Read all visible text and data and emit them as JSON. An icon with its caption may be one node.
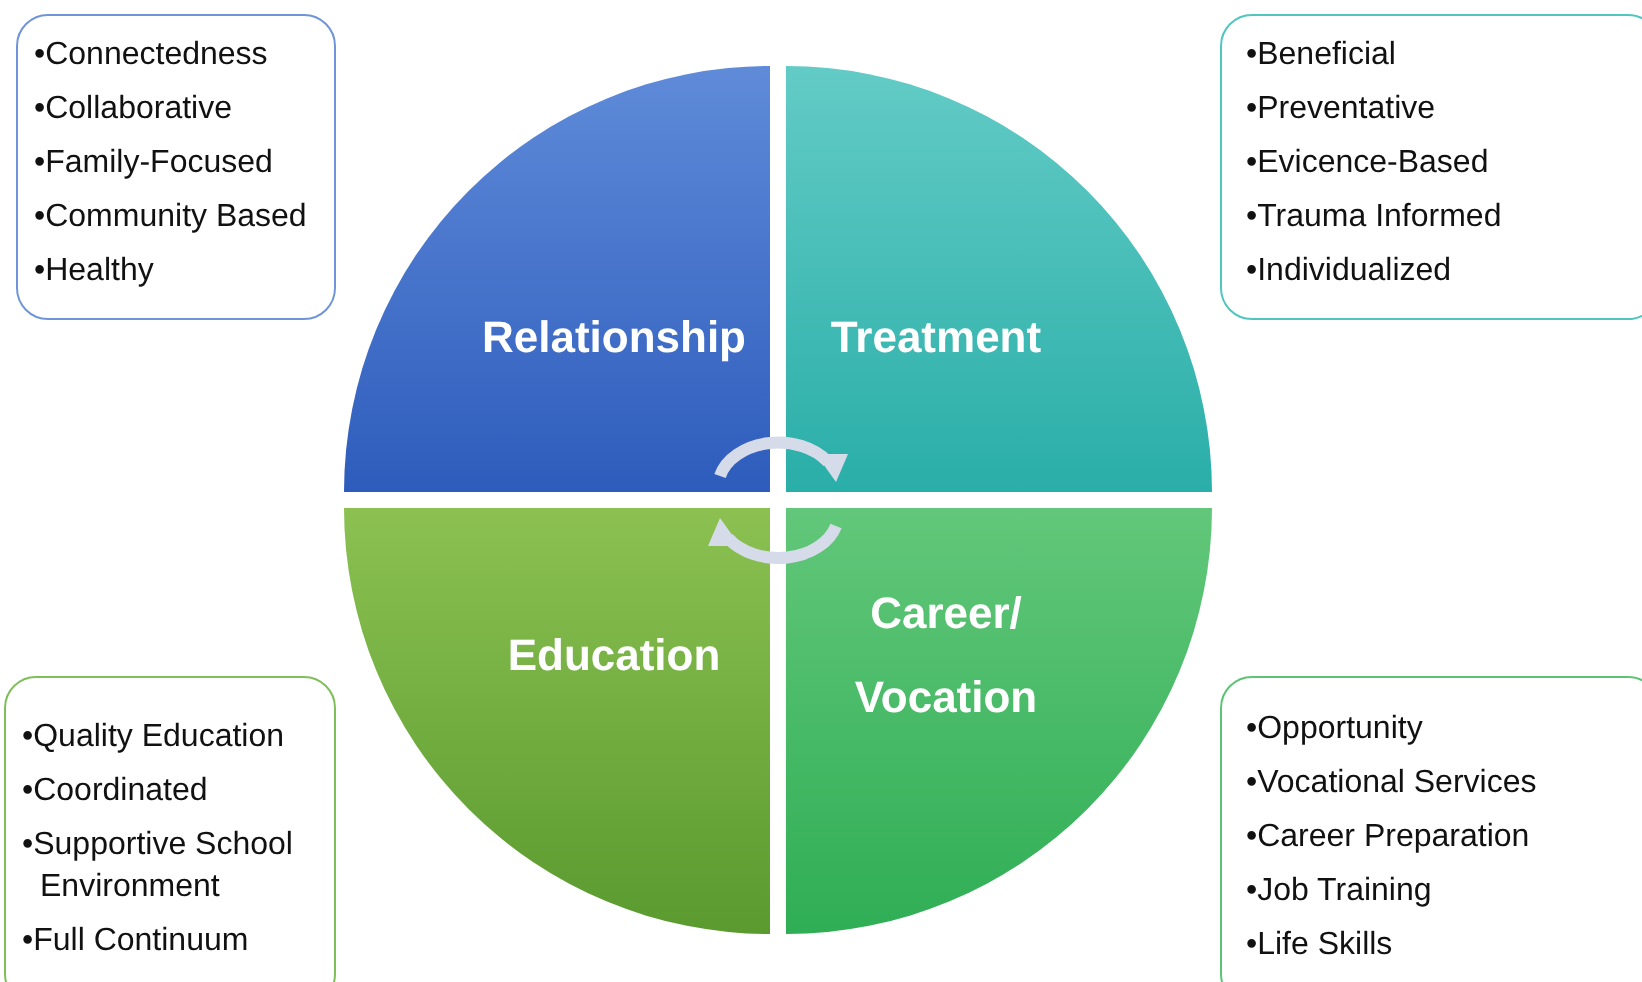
{
  "diagram": {
    "nodes": [
      {
        "text": [
          "Relationship"
        ]
      },
      {
        "text": [
          "Treatment"
        ]
      },
      {
        "text": [
          "Education"
        ]
      },
      {
        "text": [
          "Career/ Vocation"
        ]
      },
      {
        "text": [
          "•Connectedness",
          "•Collaborative",
          "•Family-Focused",
          "•Community Based",
          "•Healthy"
        ]
      },
      {
        "text": [
          "•Beneficial",
          "•Preventative",
          "•Evicence-Based",
          "•Trauma Informed",
          "•Individualized"
        ]
      },
      {
        "text": [
          "•Quality Education",
          "•Coordinated",
          "•Supportive School Environment",
          "•Full Continuum"
        ]
      },
      {
        "text": [
          "•Opportunity",
          "•Vocational Services",
          "•Career Preparation",
          "•Job Training",
          "•Life Skills"
        ]
      }
    ],
    "edges": []
  }
}
